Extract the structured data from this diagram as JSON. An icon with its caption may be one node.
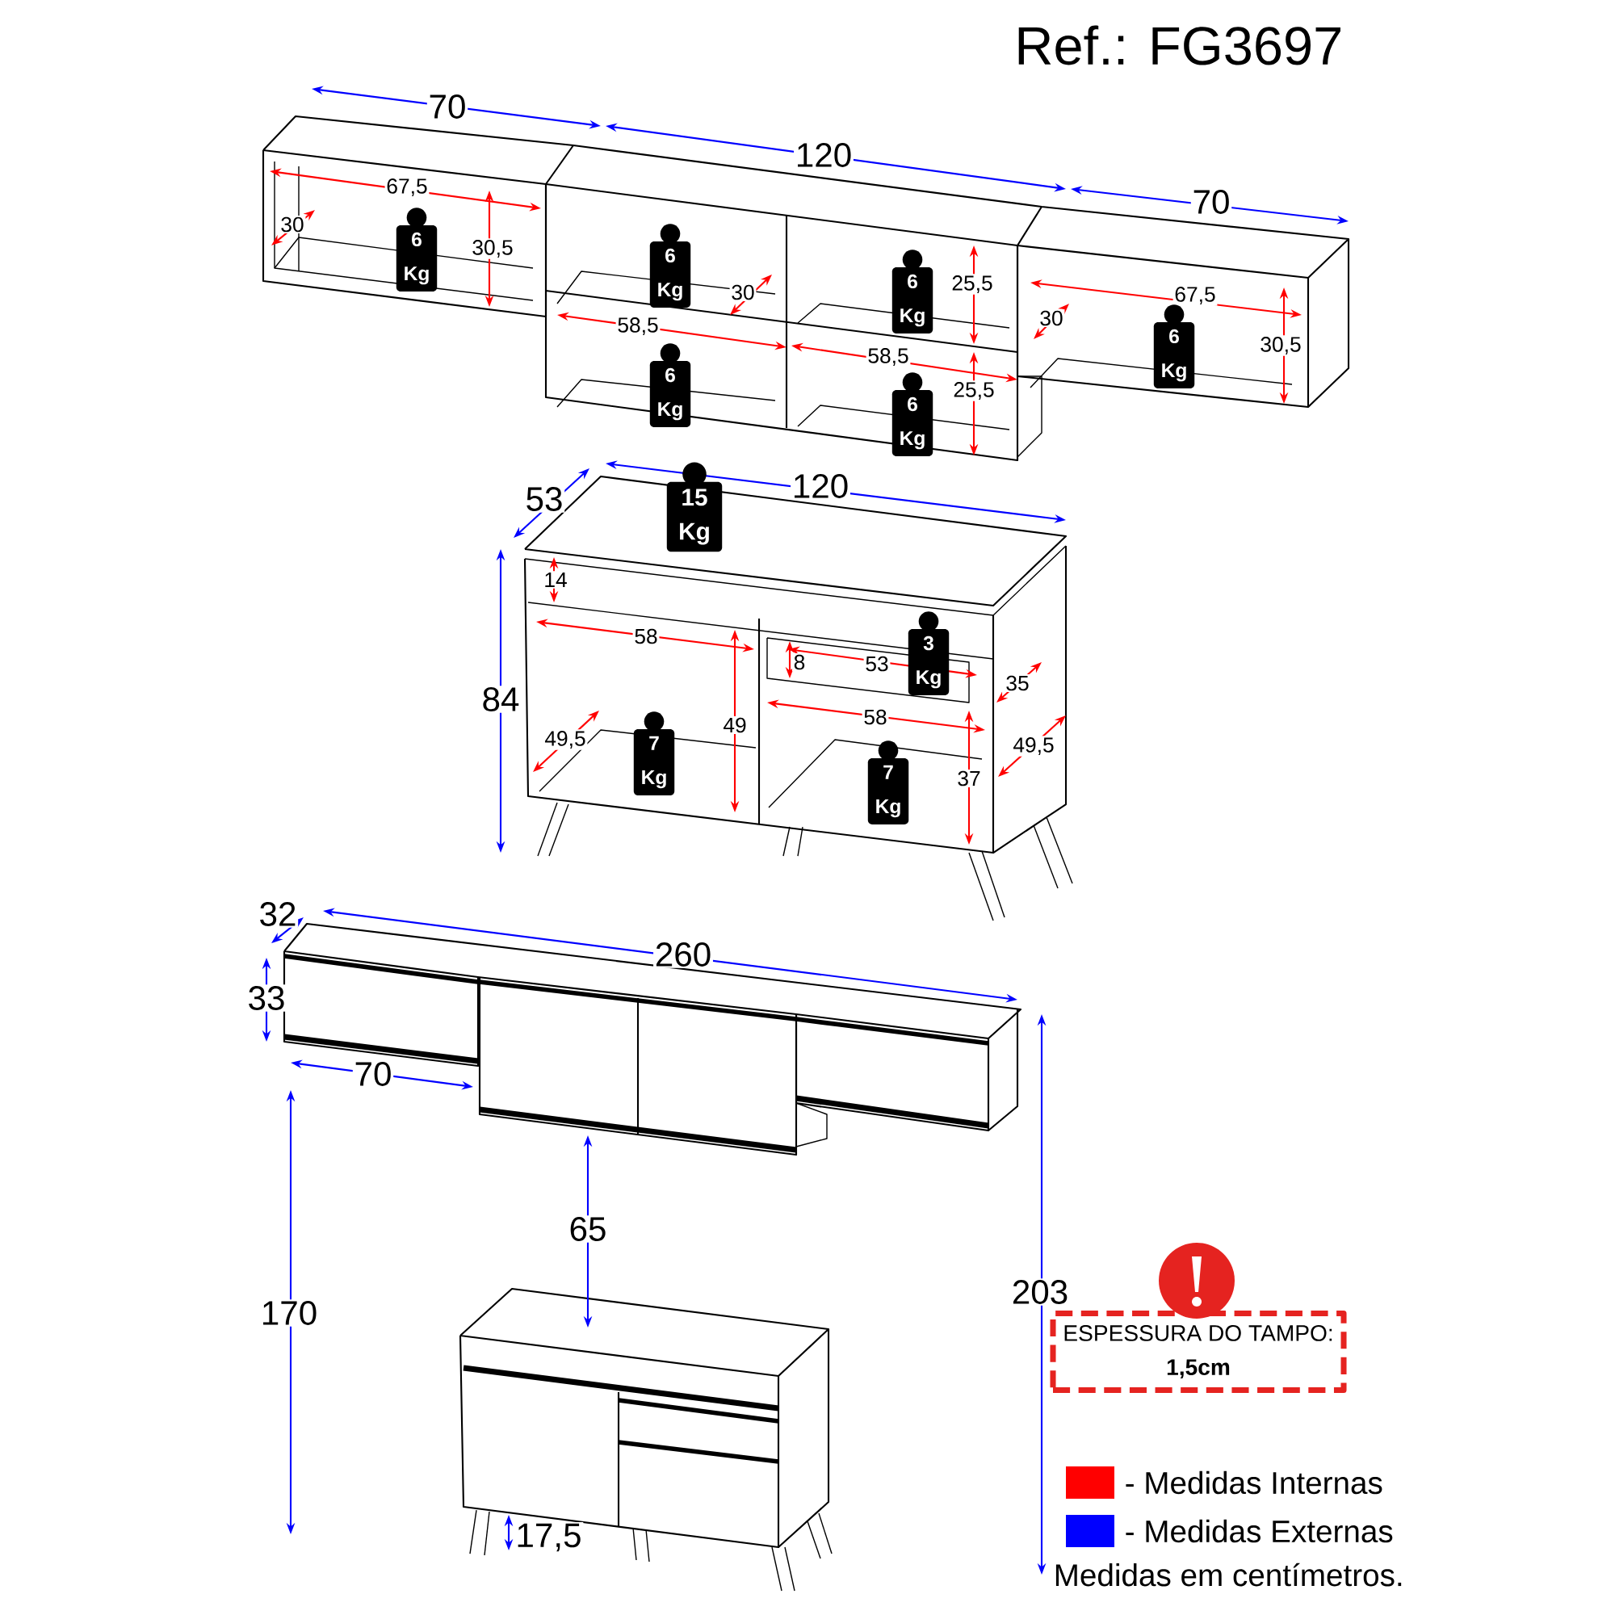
{
  "diagram": {
    "title": "Ref.: FG3697",
    "caption": "Medidas em centímetros.",
    "nodes": [
      {
        "text": [
          "6 Kg"
        ]
      },
      {
        "text": [
          "6 Kg"
        ]
      },
      {
        "text": [
          "6 Kg"
        ]
      },
      {
        "text": [
          "6 Kg"
        ]
      },
      {
        "text": [
          "6 Kg"
        ]
      },
      {
        "text": [
          "6 Kg"
        ]
      },
      {
        "text": [
          "15 Kg"
        ]
      },
      {
        "text": [
          "3 Kg"
        ]
      },
      {
        "text": [
          "7 Kg"
        ]
      },
      {
        "text": [
          "7 Kg"
        ]
      },
      {
        "text": [
          "ESPESSURA DO TAMPO:",
          "1,5cm"
        ]
      }
    ],
    "edges": [],
    "labels": [
      "70",
      "120",
      "70",
      "67,5",
      "30",
      "30,5",
      "30",
      "25,5",
      "67,5",
      "30",
      "58,5",
      "58,5",
      "25,5",
      "30,5",
      "53",
      "120",
      "84",
      "14",
      "58",
      "8",
      "53",
      "35",
      "49",
      "58",
      "49,5",
      "49,5",
      "37",
      "32",
      "260",
      "33",
      "70",
      "65",
      "170",
      "17,5",
      "203"
    ],
    "legend": [
      {
        "text": "- Medidas Internas",
        "color": "#ff0000"
      },
      {
        "text": "- Medidas Externas",
        "color": "#0000ff"
      }
    ]
  }
}
